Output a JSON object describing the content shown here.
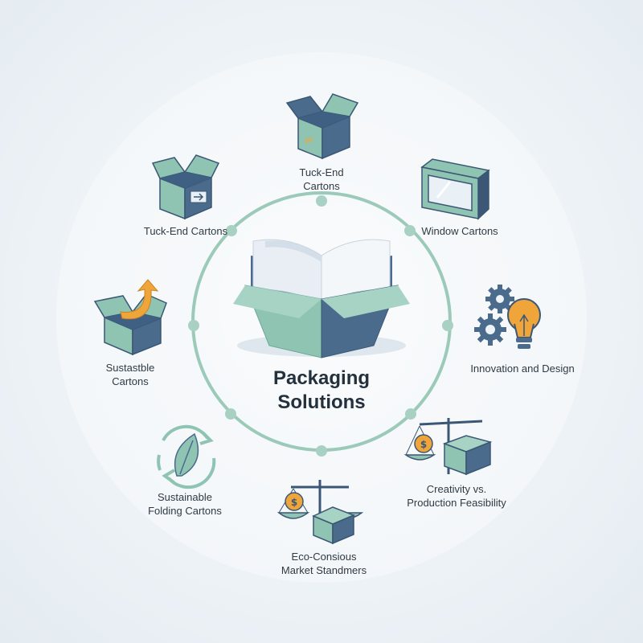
{
  "center": {
    "line1": "Packaging",
    "line2": "Solutions"
  },
  "nodes": [
    {
      "id": "top",
      "icon": "open-box-icon",
      "lines": [
        "Tuck-End",
        "Cartons"
      ]
    },
    {
      "id": "tuck-left",
      "icon": "open-box-arrow-icon",
      "lines": [
        "Tuck-End Cartons"
      ]
    },
    {
      "id": "window",
      "icon": "window-carton-icon",
      "lines": [
        "Window Cartons"
      ]
    },
    {
      "id": "sustainable-left",
      "icon": "recycle-box-icon",
      "lines": [
        "Sustastble",
        "Cartons"
      ]
    },
    {
      "id": "innovation",
      "icon": "gears-lightbulb-icon",
      "lines": [
        "Innovation and Design"
      ]
    },
    {
      "id": "folding",
      "icon": "leaf-cycle-icon",
      "lines": [
        "Sustainable",
        "Folding Cartons"
      ]
    },
    {
      "id": "creativity",
      "icon": "scale-box-icon",
      "lines": [
        "Creativity vs.",
        "Production Feasibility"
      ]
    },
    {
      "id": "eco",
      "icon": "scale-dollar-icon",
      "lines": [
        "Eco-Consious",
        "Market Standmers"
      ]
    }
  ],
  "icon_symbols": {
    "dollar": "$"
  },
  "colors": {
    "teal": "#8fc4b3",
    "teal_dark": "#6aa898",
    "navy": "#4a6b8c",
    "navy_dark": "#3b5775",
    "orange": "#f0a53a",
    "ring": "#9ccab9"
  }
}
